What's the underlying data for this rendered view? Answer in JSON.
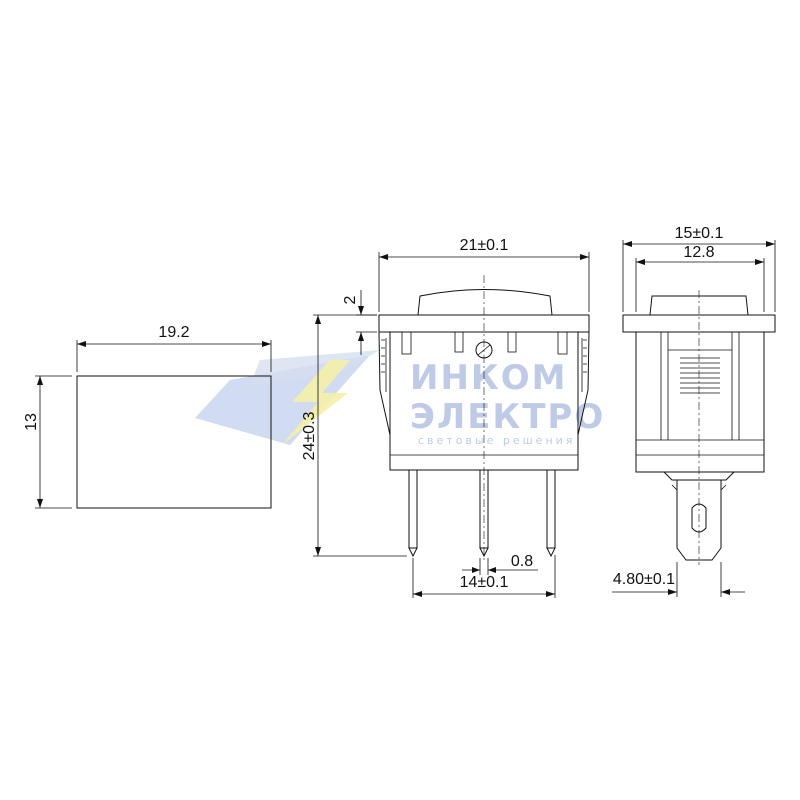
{
  "dimensions": {
    "cutout_width": "19.2",
    "cutout_height": "13",
    "overall_width": "21±0.1",
    "bezel_thickness": "2",
    "overall_height": "24±0.3",
    "pin_width": "0.8",
    "pin_pitch": "14±0.1",
    "side_width": "15±0.1",
    "body_depth": "12.8",
    "terminal_width": "4.80±0.1"
  },
  "watermark": {
    "line1": "ИНКОМ",
    "line2": "ЭЛЕКТРО",
    "tagline": "световые    решения"
  }
}
